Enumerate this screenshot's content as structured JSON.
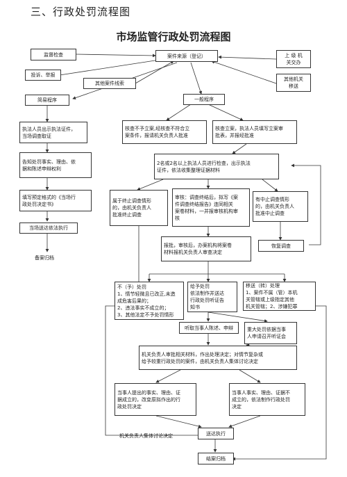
{
  "section_heading": "三、行政处罚流程图",
  "title": "市场监管行政处罚流程图",
  "nodes": {
    "supervision": "监督检查",
    "case_source": "案件来源（登记）",
    "superior": "上 级 机\n关交办",
    "complaint": "投诉、举报",
    "other_clues": "其他案件线索",
    "other_org": "其他机关\n移送",
    "simple": "简易程序",
    "general": "一般程序",
    "not_filed": "核查不予立案,经核查不符合立\n案条件，报请机关负责人批准",
    "filed": "核查立案，执法人员填写立案审\n批表，并报经批准",
    "show_cert": "执法人员出示执法证件，\n当场调查取证",
    "investigate": "2名或2名以上执法人员进行检查，出示执法\n证件，依法收集整理证据材料",
    "inform": "告知处罚事实、理由、依\n据和陈述申辩权利",
    "terminate": "属于终止调查情形\n的，由机关负责人\n批准终止调查",
    "review": "审核：调查终结后，拟写《案\n件调查终结报告》连同相关\n案卷材料，一并报审核机构审\n核",
    "suspend": "有中止调查情形\n的，由机关负责人\n批准中止调查",
    "fill_form": "填写预定格式的《当场行\n政处罚决定书》",
    "deliver_simple": "当场送达依法执行",
    "resume": "恢复调查",
    "approve": "报批，审核后，办案机构将案卷\n材料报机关负责人审查决定",
    "archive_simple": "备案归档",
    "no_penalty": "不（予）处罚\n1、情节轻微且已改正,未造\n成危害后果的；\n2、违法事实不成立的；\n3、其他法定不予处罚情形",
    "penalty": "给予处罚\n依法制作并送达\n行政处罚听证告\n知书",
    "transfer": "移送（转）处理\n1、案件不属（管）本机\n关管辖或上级指定其他\n机关管辖；2、涉嫌犯罪",
    "statement": "听取当事人陈述、申辩",
    "hearing": "重大处罚依据当事\n人申请召开听证会",
    "decision": "机关负责人审批相关材料，作出处理决定；对情节复杂或\n给予较重行政处罚的案件，由机关负责人集体讨论决定",
    "accepted": "当事人提出的事实、理由、证\n据成立的，改变原拟作出的行\n政处罚决定",
    "rejected": "当事人事实、理由、证据不\n成立的，依法制作行政处罚\n决定",
    "deliver": "送达执行",
    "collective": "机关负责人集体讨论决定",
    "archive": "结案归档"
  },
  "colors": {
    "line": "#333333",
    "background": "#ffffff"
  }
}
